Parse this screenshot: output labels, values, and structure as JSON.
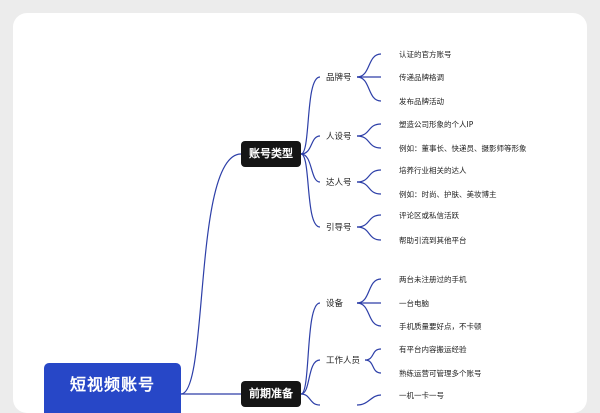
{
  "root": {
    "title": "短视频账号"
  },
  "categories": [
    {
      "label": "账号类型",
      "subs": [
        {
          "label": "品牌号",
          "leaves": [
            "认证的官方账号",
            "传递品牌格调",
            "发布品牌活动"
          ]
        },
        {
          "label": "人设号",
          "leaves": [
            "塑造公司形象的个人IP",
            "例如：董事长、快递员、摄影师等形象"
          ]
        },
        {
          "label": "达人号",
          "leaves": [
            "培养行业相关的达人",
            "例如：时尚、护肤、美妆博主"
          ]
        },
        {
          "label": "引导号",
          "leaves": [
            "评论区或私信活跃",
            "帮助引流到其他平台"
          ]
        }
      ]
    },
    {
      "label": "前期准备",
      "subs": [
        {
          "label": "设备",
          "leaves": [
            "两台未注册过的手机",
            "一台电脑",
            "手机质量要好点，不卡顿"
          ]
        },
        {
          "label": "工作人员",
          "leaves": [
            "有平台内容搬运经验",
            "熟练运营可管理多个账号"
          ]
        },
        {
          "label": "",
          "leaves": [
            "一机一卡一号"
          ]
        }
      ]
    }
  ],
  "colors": {
    "line": "#2d3fa8",
    "root": "#2747c7",
    "category": "#151515",
    "card": "#ffffff",
    "background": "#ececec"
  }
}
